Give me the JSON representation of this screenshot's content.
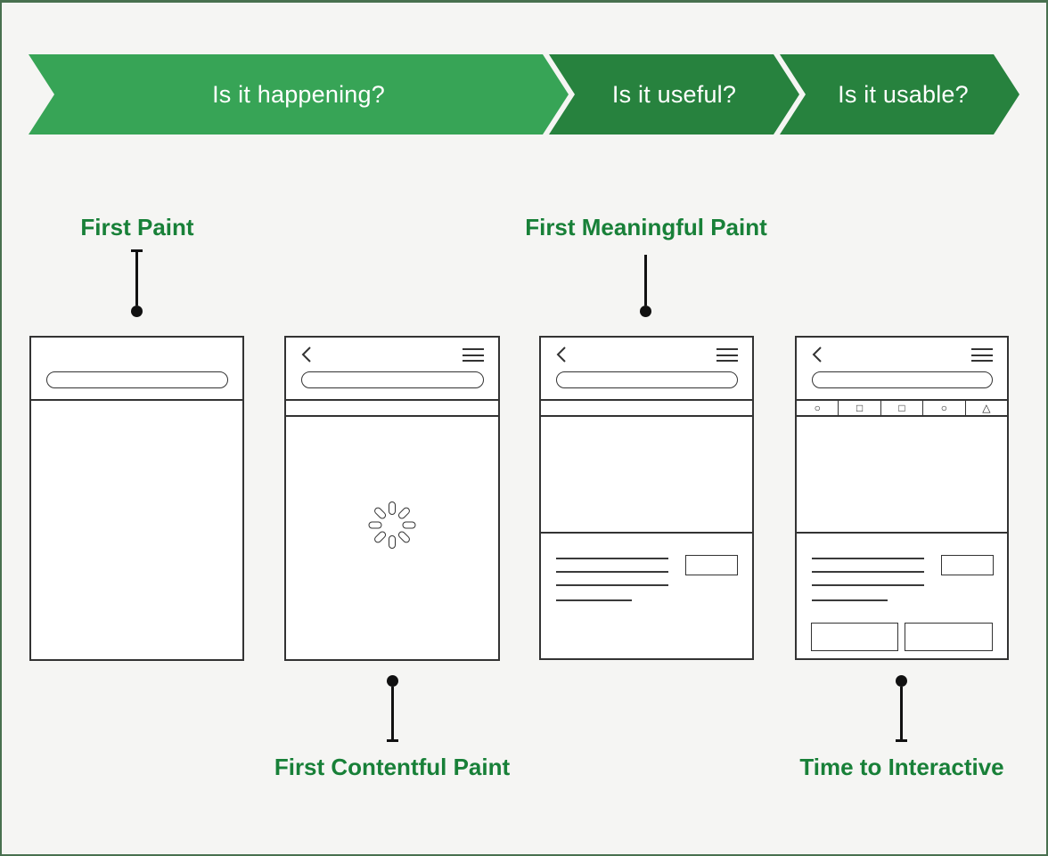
{
  "page": {
    "background_color": "#f5f5f3",
    "border_color": "#48704f"
  },
  "banner": {
    "text_color": "#ffffff",
    "steps": [
      {
        "label": "Is it happening?",
        "color": "#37a456"
      },
      {
        "label": "Is it useful?",
        "color": "#27823e"
      },
      {
        "label": "Is it usable?",
        "color": "#27823e"
      }
    ]
  },
  "metrics": {
    "label_color": "#188038",
    "first_paint": {
      "label": "First Paint"
    },
    "first_contentful_paint": {
      "label": "First Contentful Paint"
    },
    "first_meaningful_paint": {
      "label": "First Meaningful Paint"
    },
    "time_to_interactive": {
      "label": "Time to Interactive"
    }
  },
  "phones": {
    "outline_color": "#333333",
    "phone4_toolbar_icons": [
      {
        "name": "circle-icon",
        "glyph": "○"
      },
      {
        "name": "square-icon",
        "glyph": "□"
      },
      {
        "name": "square-icon",
        "glyph": "□"
      },
      {
        "name": "circle-icon",
        "glyph": "○"
      },
      {
        "name": "triangle-icon",
        "glyph": "△"
      }
    ]
  }
}
